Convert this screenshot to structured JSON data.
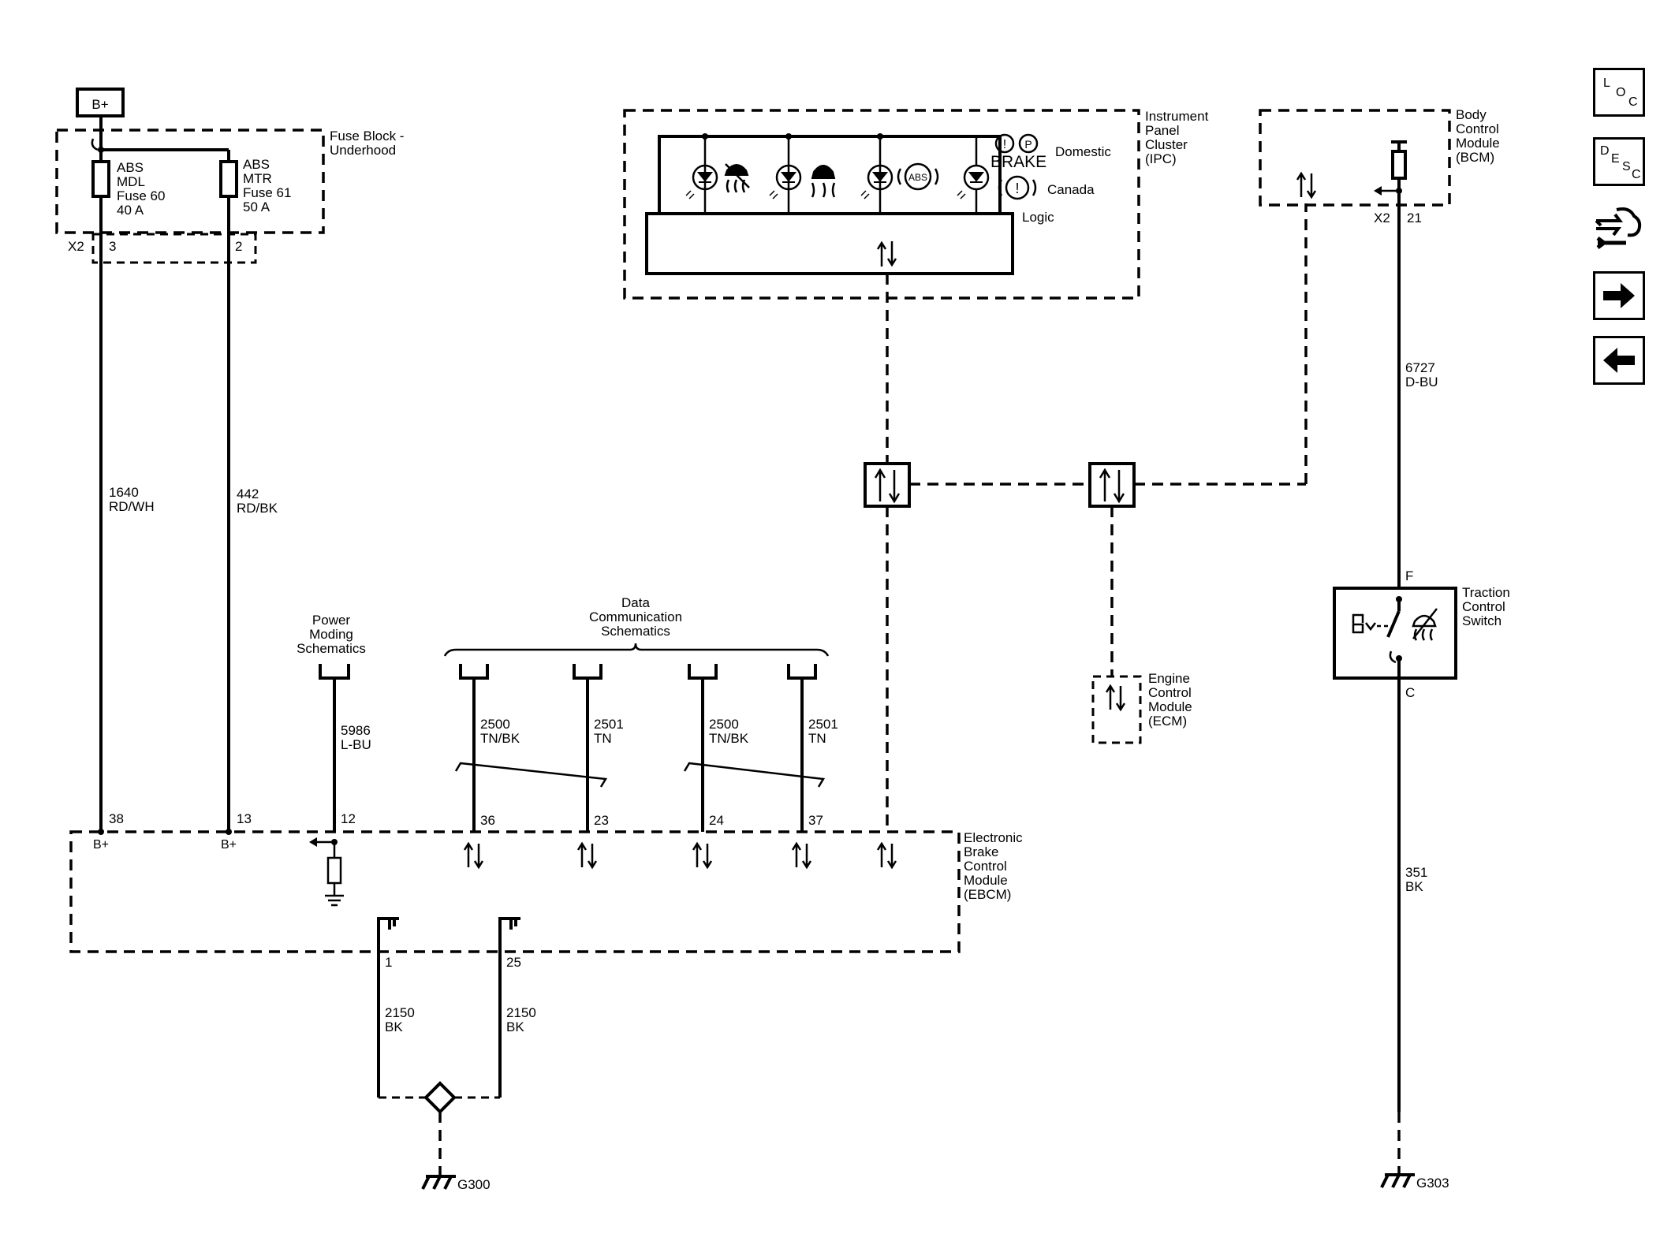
{
  "fuse_block": {
    "power_label": "B+",
    "title": "Fuse Block -\nUnderhood",
    "fuse1": "ABS\nMDL\nFuse 60\n40 A",
    "fuse2": "ABS\nMTR\nFuse 61\n50 A",
    "connector": "X2",
    "pin_a": "3",
    "pin_b": "2"
  },
  "wires": {
    "w1640": "1640\nRD/WH",
    "w442": "442\nRD/BK",
    "w5986": "5986\nL-BU",
    "w2500a": "2500\nTN/BK",
    "w2501a": "2501\nTN",
    "w2500b": "2500\nTN/BK",
    "w2501b": "2501\nTN",
    "w6727": "6727\nD-BU",
    "w351": "351\nBK",
    "w2150a": "2150\nBK",
    "w2150b": "2150\nBK"
  },
  "refs": {
    "power_moding": "Power\nModing\nSchematics",
    "data_comm": "Data\nCommunication\nSchematics"
  },
  "ipc": {
    "title": "Instrument\nPanel\nCluster\n(IPC)",
    "domestic": "Domestic",
    "canada": "Canada",
    "brake": "BRAKE",
    "logic": "Logic",
    "abs_text": "ABS"
  },
  "bcm": {
    "title": "Body\nControl\nModule\n(BCM)",
    "connector": "X2",
    "pin": "21"
  },
  "ecm": {
    "title": "Engine\nControl\nModule\n(ECM)"
  },
  "traction_switch": {
    "title": "Traction\nControl\nSwitch",
    "pin_top": "F",
    "pin_bottom": "C"
  },
  "ebcm": {
    "title": "Electronic\nBrake\nControl\nModule\n(EBCM)",
    "pins": [
      "38",
      "13",
      "12",
      "36",
      "23",
      "24",
      "37"
    ],
    "bplus1": "B+",
    "bplus2": "B+",
    "ground_pins": [
      "1",
      "25"
    ]
  },
  "grounds": {
    "g300": "G300",
    "g303": "G303"
  },
  "nav": {
    "loc": {
      "a": "L",
      "b": "O",
      "c": "C"
    },
    "desc": {
      "a": "D",
      "b": "E",
      "c": "S",
      "d": "C"
    }
  }
}
